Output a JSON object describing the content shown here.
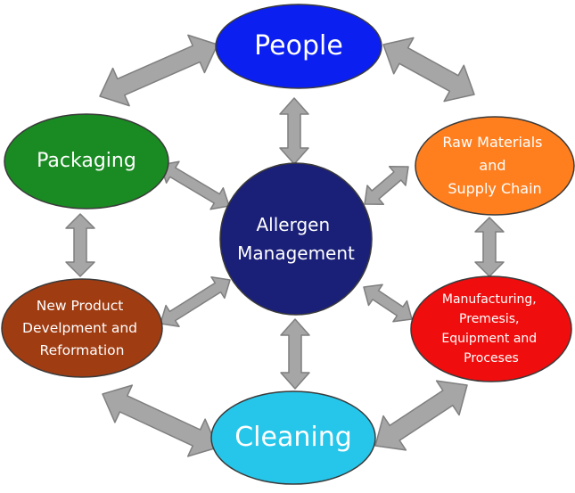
{
  "center": {
    "lines": [
      "Allergen",
      "Management"
    ],
    "color": "#1a1f78"
  },
  "nodes": {
    "people": {
      "lines": [
        "People"
      ],
      "color": "#0a1ff0"
    },
    "packaging": {
      "lines": [
        "Packaging"
      ],
      "color": "#1a8a22"
    },
    "raw_materials": {
      "lines": [
        "Raw Materials",
        "and",
        "Supply Chain"
      ],
      "color": "#ff7f1f"
    },
    "new_product": {
      "lines": [
        "New Product",
        "Develpment and",
        "Reformation"
      ],
      "color": "#a03c12"
    },
    "manufacturing": {
      "lines": [
        "Manufacturing,",
        "Premesis,",
        "Equipment and",
        "Proceses"
      ],
      "color": "#f00d0d"
    },
    "cleaning": {
      "lines": [
        "Cleaning"
      ],
      "color": "#26c6ea"
    }
  },
  "arrow_color": "#a6a6a6"
}
